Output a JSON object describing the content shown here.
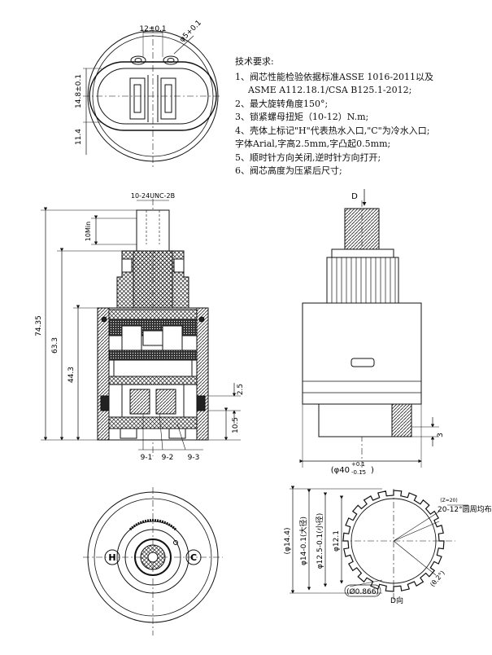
{
  "notes": {
    "title": "技术要求:",
    "lines": [
      "1、阀芯性能检验依据标准ASSE 1016-2011以及",
      "    ASME A112.18.1/CSA B125.1-2012;",
      "2、最大旋转角度150°;",
      "3、锁紧螺母扭矩（10-12）N.m;",
      "4、壳体上标记\"H\"代表热水入口,\"C\"为冷水入口;",
      "字体Arial,字高2.5mm,字凸起0.5mm;",
      "5、顺时针方向关闭,逆时针方向打开;",
      "6、阀芯高度为压紧后尺寸;"
    ]
  },
  "top_view": {
    "dim_width": "12±0.1",
    "dim_hole": "φ5+0.1",
    "dim_height": "14.8±0.1",
    "dim_lower": "11.4"
  },
  "section_view": {
    "thread": "10-24UNC-2B",
    "dim_10min": "10Min",
    "dim_total": "74.35",
    "dim_63": "63.3",
    "dim_44": "44.3",
    "dim_2_5": "2.5",
    "dim_10_5": "10.5",
    "callouts": [
      "9-1",
      "9-2",
      "9-3"
    ]
  },
  "side_view": {
    "dir_label": "D",
    "dim_3": "3",
    "dim_diameter": "(φ40",
    "tol_upper": "+0.1",
    "tol_lower": "-0.15",
    "dim_close": ")"
  },
  "bottom_view": {
    "mark_hot": "H",
    "mark_cold": "C"
  },
  "spline_view": {
    "dim_14_4": "(φ14.4)",
    "dim_14_major": "φ14-0.1(大径)",
    "dim_12_5_minor": "φ12.5-0.1(小径)",
    "dim_12_1": "φ12.1",
    "count_note": "(Z=20)",
    "count_label": "20-12°圆周均布",
    "angle_note": "(θ.2°)",
    "pitch": "(Ø0.866)",
    "dir_label": "D向"
  }
}
